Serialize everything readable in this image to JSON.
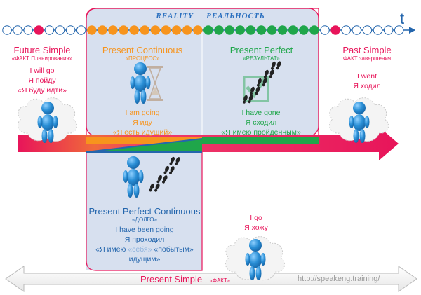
{
  "header": {
    "reality_en": "REALITY",
    "reality_ru": "РЕАЛЬНОСТЬ",
    "time_symbol": "t"
  },
  "future_simple": {
    "title": "Future Simple",
    "subtitle": "«ФАКТ Планирования»",
    "lines": [
      "I will go",
      "Я пойду",
      "«Я буду идти»"
    ]
  },
  "present_continuous": {
    "title": "Present Continuous",
    "subtitle": "«ПРОЦЕСС»",
    "lines": [
      "I am going",
      "Я иду",
      "«Я есть идущий»"
    ]
  },
  "present_perfect": {
    "title": "Present Perfect",
    "subtitle": "«РЕЗУЛЬТАТ»",
    "lines": [
      "I have gone",
      "Я сходил",
      "«Я имею пройденным»"
    ]
  },
  "past_simple": {
    "title": "Past Simple",
    "subtitle": "ФАКТ завершения",
    "lines": [
      "I went",
      "Я ходил"
    ]
  },
  "present_perfect_continuous": {
    "title": "Present Perfect Continuous",
    "subtitle": "«ДОЛГО»",
    "line1": "I have been going",
    "line2": "Я проходил",
    "line3_a": "«Я имею",
    "line3_b": "«себя»",
    "line3_c": "«побытым»",
    "line4": "идущим»"
  },
  "present_simple_example": {
    "lines": [
      "I go",
      "Я хожу"
    ]
  },
  "bottom_bar": {
    "title": "Present Simple",
    "subtitle": "«ФАКТ»",
    "url": "http://speakeng.training/"
  },
  "colors": {
    "pink": "#e8155a",
    "orange": "#f7941d",
    "green": "#1fa64a",
    "blue": "#2466ad",
    "reality_bg": "#d7e0ef",
    "figure_blue": "#2a8fd6"
  }
}
